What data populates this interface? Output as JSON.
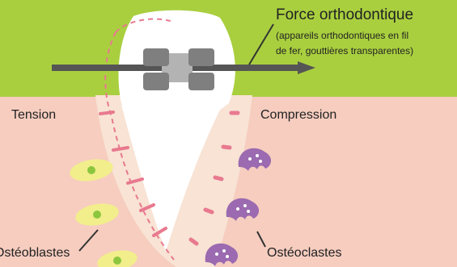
{
  "labels": {
    "title": "Force orthodontique",
    "note_line1": "(appareils orthodontiques en fil",
    "note_line2": "de fer, gouttières transparentes)",
    "tension": "Tension",
    "compression": "Compression",
    "osteoblastes": "Ostéoblastes",
    "osteoclastes": "Ostéoclastes"
  },
  "colors": {
    "gum": "#a9cf3f",
    "bone": "#f6cdbf",
    "tooth": "#ffffff",
    "ligament": "#f8e3d4",
    "ligament_mark": "#e8798f",
    "arrow": "#555555",
    "bracket": "#7f7f7f",
    "osteoblast_body": "#f2ee8c",
    "osteoblast_nucleus": "#8cc63f",
    "osteoclast": "#9b6ab0"
  }
}
